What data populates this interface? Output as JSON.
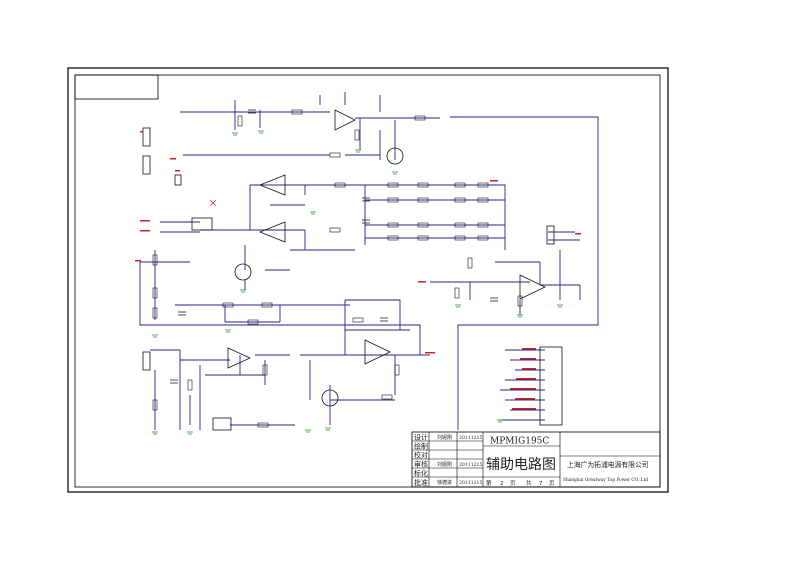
{
  "title_block": {
    "model": "MPMIG195C",
    "drawing_name": "辅助电路图",
    "company_cn": "上海广为拓浦电源有限公司",
    "company_en": "Shanghai Greatway Top Power CO.,Ltd",
    "rows": [
      {
        "role": "设计",
        "name": "刘妮刚",
        "date": "20111215"
      },
      {
        "role": "绘制",
        "name": "",
        "date": ""
      },
      {
        "role": "校对",
        "name": "",
        "date": ""
      },
      {
        "role": "审核",
        "name": "刘妮刚",
        "date": "20111215"
      },
      {
        "role": "标化",
        "name": "",
        "date": ""
      },
      {
        "role": "批准",
        "name": "徐德进",
        "date": "20111215"
      }
    ],
    "sheet_prefix": "第",
    "sheet_no": "2",
    "sheet_unit": "页",
    "total_prefix": "共",
    "total_no": "7",
    "total_unit": "页"
  },
  "colors": {
    "wire": "#23238e",
    "component": "#111111",
    "label": "#d42020",
    "ground": "#2a8a2a",
    "frame": "#000000"
  }
}
